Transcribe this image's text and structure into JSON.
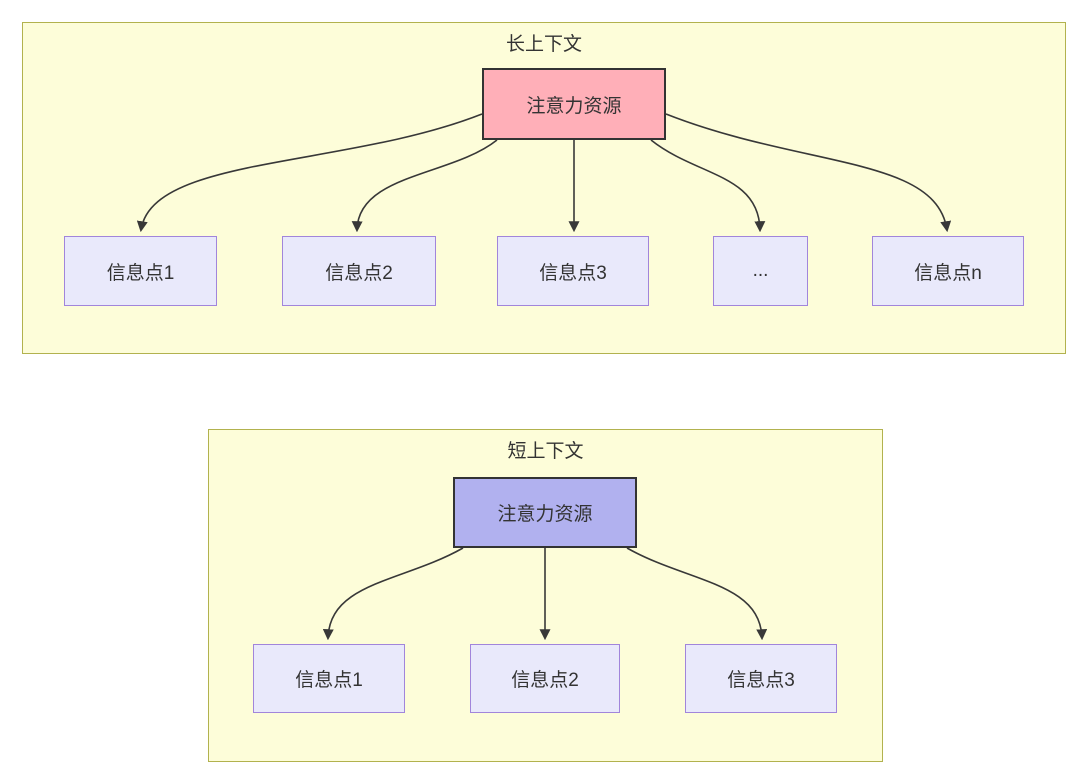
{
  "diagram": {
    "long_context": {
      "title": "长上下文",
      "root": {
        "label": "注意力资源"
      },
      "nodes": [
        {
          "label": "信息点1"
        },
        {
          "label": "信息点2"
        },
        {
          "label": "信息点3"
        },
        {
          "label": "..."
        },
        {
          "label": "信息点n"
        }
      ]
    },
    "short_context": {
      "title": "短上下文",
      "root": {
        "label": "注意力资源"
      },
      "nodes": [
        {
          "label": "信息点1"
        },
        {
          "label": "信息点2"
        },
        {
          "label": "信息点3"
        }
      ]
    },
    "colors": {
      "container_fill": "#fdfdd9",
      "container_border": "#b2b24e",
      "long_root_fill": "#ffafb8",
      "short_root_fill": "#b1b1ef",
      "leaf_fill": "#e9e9fb",
      "leaf_border": "#a185db",
      "root_border": "#333333",
      "edge_line": "#383838",
      "text": "#333333"
    }
  }
}
